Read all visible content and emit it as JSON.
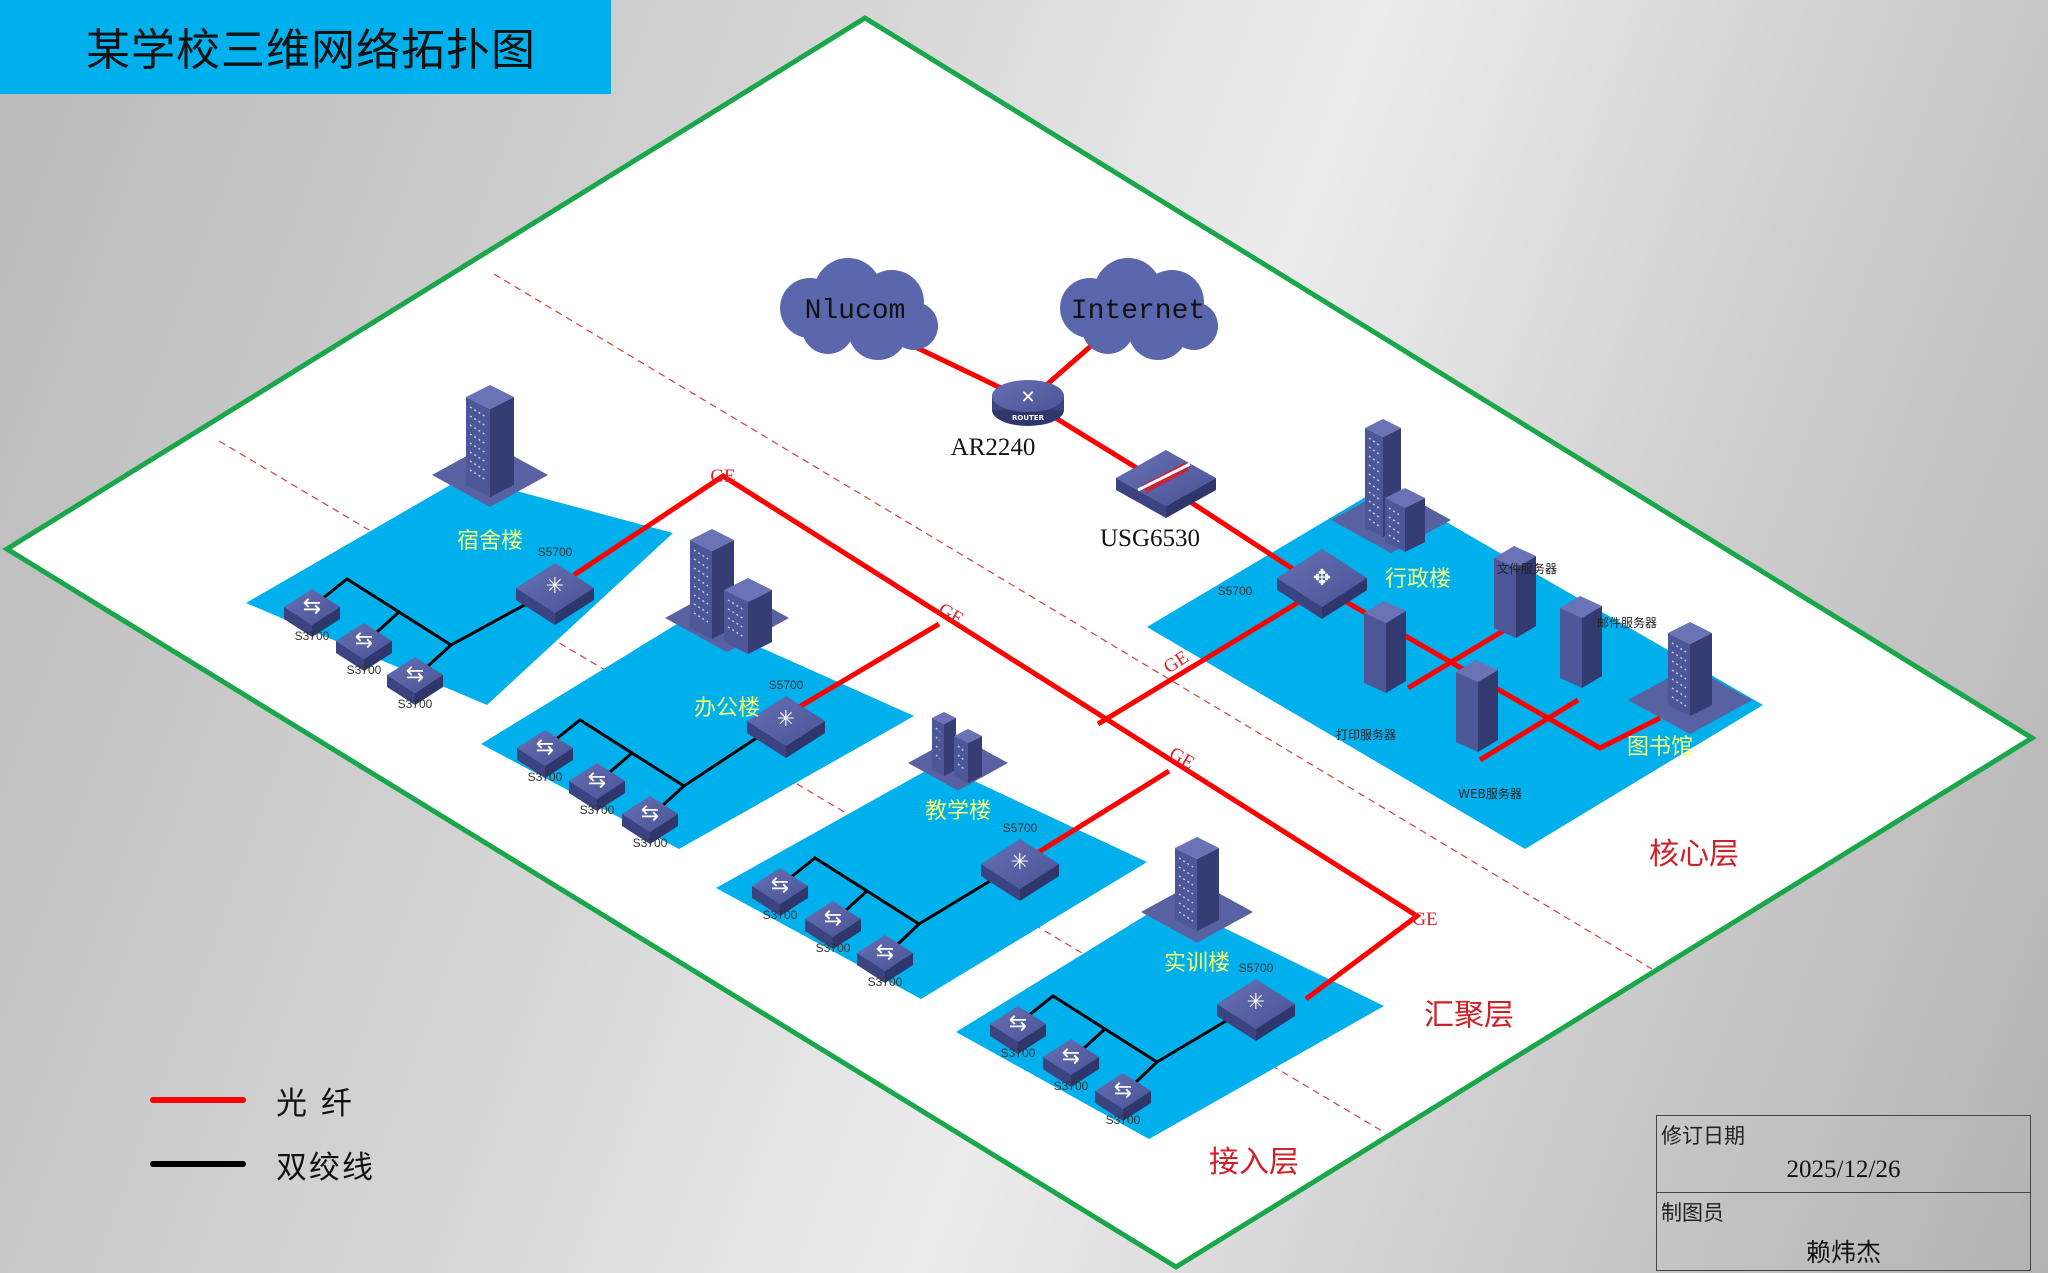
{
  "title": "某学校三维网络拓扑图",
  "colors": {
    "fiber": "#ff0000",
    "twisted_pair": "#000000",
    "boundary": "#1aa64a",
    "platform": "#00b0ec",
    "device": "#4a5393",
    "cloud": "#5b67ad",
    "building_label": "#f4ff7a",
    "layer_label": "#d0202a"
  },
  "clouds": [
    {
      "id": "nlucom",
      "label": "Nlucom"
    },
    {
      "id": "internet",
      "label": "Internet"
    }
  ],
  "devices": {
    "router": {
      "label": "AR2240",
      "badge": "ROUTER"
    },
    "firewall": {
      "label": "USG6530"
    },
    "core_switch": {
      "label": "S5700"
    }
  },
  "core_area": {
    "building": "行政楼",
    "servers": [
      {
        "id": "file",
        "label": "文件服务器"
      },
      {
        "id": "mail",
        "label": "邮件服务器"
      },
      {
        "id": "print",
        "label": "打印服务器"
      },
      {
        "id": "web",
        "label": "WEB服务器"
      }
    ],
    "library": "图书馆"
  },
  "buildings": [
    {
      "id": "dorm",
      "name": "宿舍楼",
      "agg_switch": "S5700",
      "access_switches": [
        "S3700",
        "S3700",
        "S3700"
      ]
    },
    {
      "id": "office",
      "name": "办公楼",
      "agg_switch": "S5700",
      "access_switches": [
        "S3700",
        "S3700",
        "S3700"
      ]
    },
    {
      "id": "teaching",
      "name": "教学楼",
      "agg_switch": "S5700",
      "access_switches": [
        "S3700",
        "S3700",
        "S3700"
      ]
    },
    {
      "id": "training",
      "name": "实训楼",
      "agg_switch": "S5700",
      "access_switches": [
        "S3700",
        "S3700",
        "S3700"
      ]
    }
  ],
  "link_labels": [
    "GE",
    "GE",
    "GE",
    "GE",
    "GE"
  ],
  "layers": {
    "core": "核心层",
    "aggregation": "汇聚层",
    "access": "接入层"
  },
  "legend": [
    {
      "type": "fiber",
      "label": "光  纤"
    },
    {
      "type": "twisted_pair",
      "label": "双绞线"
    }
  ],
  "info": {
    "revision_label": "修订日期",
    "revision_date": "2025/12/26",
    "drafter_label": "制图员",
    "drafter_name": "赖炜杰"
  }
}
